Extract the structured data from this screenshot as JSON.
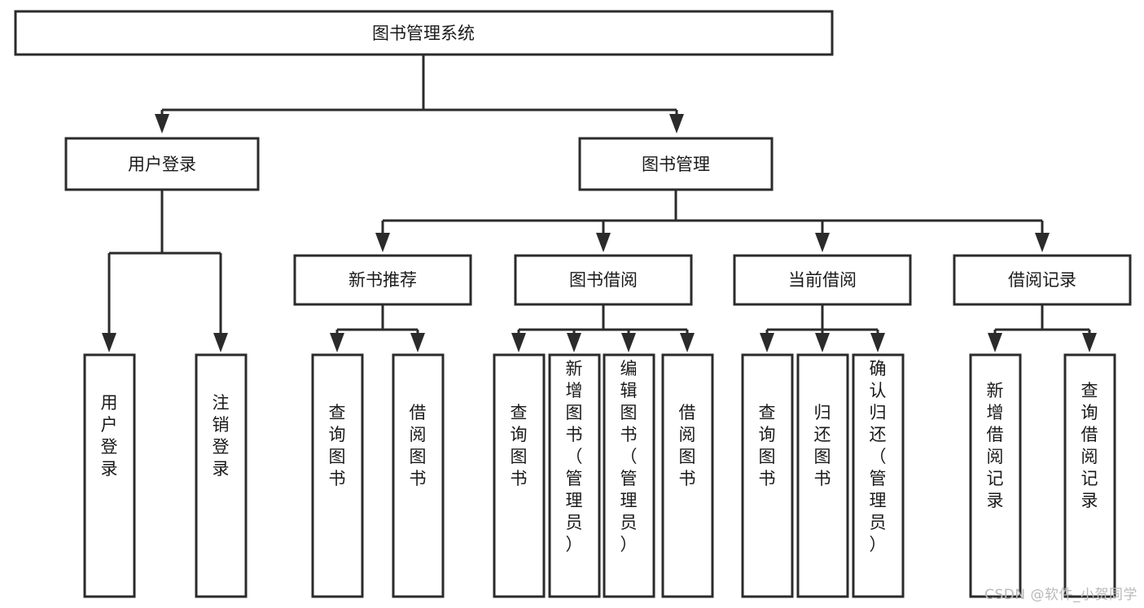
{
  "diagram": {
    "type": "tree",
    "title": "图书管理系统",
    "watermark": "CSDN @软件_小贺同学",
    "colors": {
      "stroke": "#2b2b2b",
      "fill": "#ffffff",
      "text": "#1a1a1a",
      "watermark": "#b9b9b9",
      "background": "#ffffff"
    },
    "root": {
      "label": "图书管理系统"
    },
    "level2": [
      {
        "label": "用户登录"
      },
      {
        "label": "图书管理"
      }
    ],
    "level3": [
      {
        "label": "新书推荐"
      },
      {
        "label": "图书借阅"
      },
      {
        "label": "当前借阅"
      },
      {
        "label": "借阅记录"
      }
    ],
    "leaves": {
      "user_login": [
        {
          "label": "用户登录"
        },
        {
          "label": "注销登录"
        }
      ],
      "new_book_recommend": [
        {
          "label": "查询图书"
        },
        {
          "label": "借阅图书"
        }
      ],
      "book_borrow": [
        {
          "label": "查询图书"
        },
        {
          "label": "新增图书（管理员）"
        },
        {
          "label": "编辑图书（管理员）"
        },
        {
          "label": "借阅图书"
        }
      ],
      "current_borrow": [
        {
          "label": "查询图书"
        },
        {
          "label": "归还图书"
        },
        {
          "label": "确认归还（管理员）"
        }
      ],
      "borrow_record": [
        {
          "label": "新增借阅记录"
        },
        {
          "label": "查询借阅记录"
        }
      ]
    }
  }
}
